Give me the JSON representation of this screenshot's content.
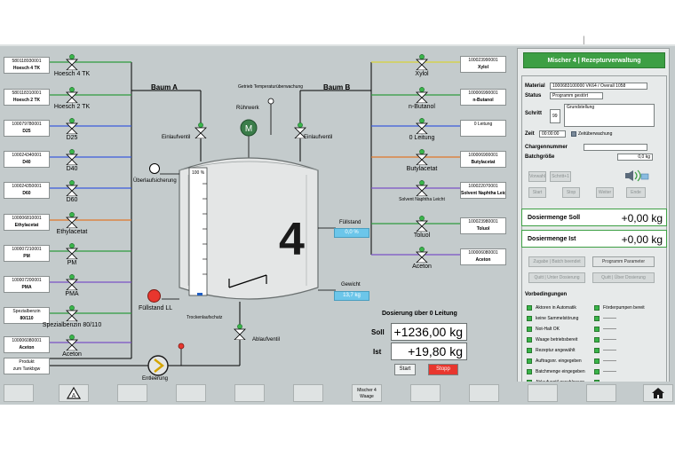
{
  "colors": {
    "background": "#c4cbcc",
    "accent_green": "#3d9f44",
    "alarm_red": "#e8362e",
    "measurement_blue": "#6cc6ea"
  },
  "header": {
    "divider_text": "|"
  },
  "left_tags": [
    {
      "id": "580118930001",
      "name": "Hoesch 4 TK",
      "valve": "Hoesch 4 TK"
    },
    {
      "id": "580118310001",
      "name": "Hoesch 2 TK",
      "valve": "Hoesch 2 TK"
    },
    {
      "id": "100079780001",
      "name": "D25",
      "valve": "D25"
    },
    {
      "id": "100024340001",
      "name": "D40",
      "valve": "D40"
    },
    {
      "id": "100024350001",
      "name": "D60",
      "valve": "D60"
    },
    {
      "id": "100006810001",
      "name": "Ethylacetat",
      "valve": "Ethylacetat"
    },
    {
      "id": "100007210001",
      "name": "PM",
      "valve": "PM"
    },
    {
      "id": "100007200001",
      "name": "PMA",
      "valve": "PMA"
    },
    {
      "id": "Spezialbenzin",
      "name": "80/110",
      "valve": "Spezialbenzin 80/110"
    },
    {
      "id": "100006080001",
      "name": "Aceton",
      "valve": "Aceton"
    }
  ],
  "right_tags": [
    {
      "id": "100023990001",
      "name": "Xylol",
      "valve": "Xylol"
    },
    {
      "id": "100006990001",
      "name": "n-Butanol",
      "valve": "n-Butanol"
    },
    {
      "id": "0 Leitung",
      "name": "",
      "valve": "0 Leitung"
    },
    {
      "id": "100006900001",
      "name": "Butylacetat",
      "valve": "Butylacetat"
    },
    {
      "id": "100022070001",
      "name": "Solvent Naphtha Leicht",
      "valve": "Solvent Naphtha Leicht"
    },
    {
      "id": "100023980001",
      "name": "Toluol",
      "valve": "Toluol"
    },
    {
      "id": "100006080001",
      "name": "Aceton",
      "valve": "Aceton"
    }
  ],
  "produkt_tag": {
    "line1": "Produkt",
    "line2": "zum Tankbgw"
  },
  "diagram": {
    "baum_a": "Baum A",
    "baum_b": "Baum B",
    "einlaufventil_left": "Einlaufventil",
    "einlaufventil_right": "Einlaufventil",
    "temp_monitor": "Getrieb Temperaturüberwachung",
    "ruehrwerk": "Rührwerk",
    "ueberlaufsicherung": "Überlaufsicherung",
    "tank_number": "4",
    "level_top": "100 %",
    "fuellstand_label": "Füllstand",
    "fuellstand_value": "0,0 %",
    "gewicht_label": "Gewicht",
    "gewicht_value": "13,7 kg",
    "fuellstand_ll": "Füllstand LL",
    "trockenlaufschutz": "Trockenlaufschutz",
    "ablaufventil": "Ablaufventil",
    "entleerung": "Entleerung"
  },
  "dosing": {
    "title": "Dosierung über 0 Leitung",
    "soll_label": "Soll",
    "soll_value": "+1236,00 kg",
    "ist_label": "Ist",
    "ist_value": "+19,80 kg",
    "start": "Start",
    "stopp": "Stopp"
  },
  "panel": {
    "title": "Mischer 4 | Rezepturverwaltung",
    "material_label": "Material",
    "material_value": "1000683100000 VK64 / Overall 1058",
    "status_label": "Status",
    "status_value": "Programm gestört",
    "schritt_label": "Schritt",
    "schritt_value": "99",
    "schritt_text": "Grundstellung",
    "zeit_label": "Zeit",
    "zeit_value": "00:00:00",
    "zeitueberwachung": "Zeitüberwachung",
    "chargennummer_label": "Chargennummer",
    "chargennummer_value": "",
    "batchgroesse_label": "Batchgröße",
    "batchgroesse_value": "0,0 kg",
    "btn_vorwahl": "Vorwahl",
    "btn_schritt": "Schritt+1",
    "btn_start": "Start",
    "btn_stop": "Stop",
    "btn_weiter": "Weiter",
    "btn_ende": "Ende",
    "dose_soll_label": "Dosiermenge Soll",
    "dose_soll_value": "+0,00 kg",
    "dose_ist_label": "Dosiermenge Ist",
    "dose_ist_value": "+0,00 kg",
    "btn_zugabe": "Zugabe | Batch beendet",
    "btn_programm": "Programm Parameter",
    "btn_quitt_unter": "Quitt | Unter Dosierung",
    "btn_quitt_ueber": "Quitt | Über Dosierung",
    "vorbedingungen": "Vorbedingungen",
    "conditions_left": [
      "Aktoren in Automatik",
      "keine Sammelstörung",
      "Not-Halt OK",
      "Waage betriebsbereit",
      "Rezeptur angewählt",
      "Auftragsnr. eingegeben",
      "Batchmenge eingegeben",
      "Ablaufventil geschlossen"
    ],
    "conditions_right": [
      "Förderpumpen bereit",
      "———",
      "———",
      "———",
      "———",
      "———",
      "———",
      "———"
    ]
  },
  "bottom": {
    "mischer_waage": "Mischer 4",
    "mischer_waage2": "Waage"
  }
}
